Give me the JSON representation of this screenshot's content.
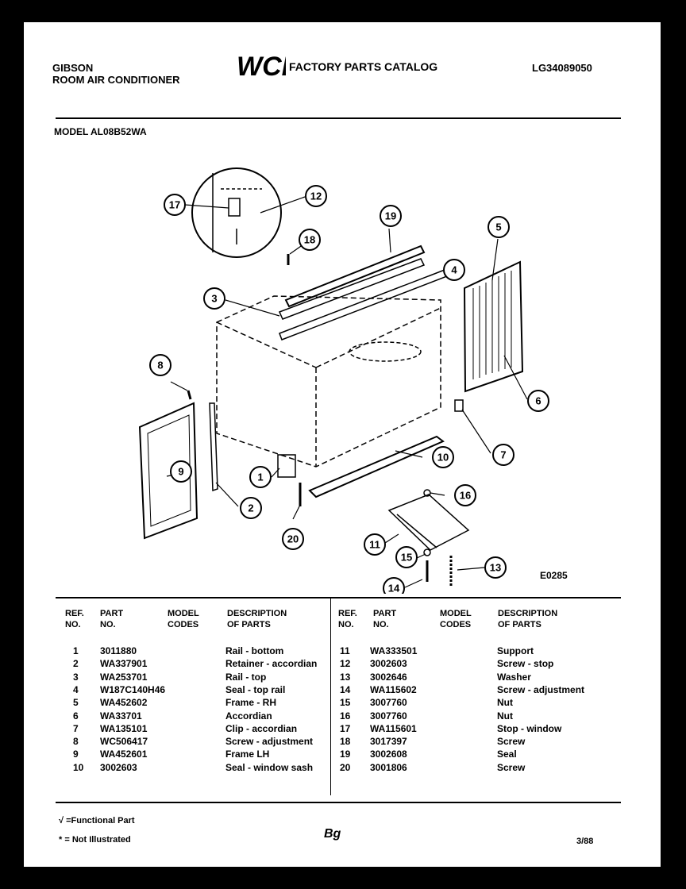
{
  "header": {
    "brand": "GIBSON",
    "product": "ROOM AIR CONDITIONER",
    "logo_text": "WCI",
    "catalog": "FACTORY PARTS CATALOG",
    "catalog_no": "LG34089050"
  },
  "model_line": "MODEL AL08B52WA",
  "diagram": {
    "callouts": [
      "1",
      "2",
      "3",
      "4",
      "5",
      "6",
      "7",
      "8",
      "9",
      "10",
      "11",
      "12",
      "13",
      "14",
      "15",
      "16",
      "17",
      "18",
      "19",
      "20"
    ],
    "code": "E0285"
  },
  "table": {
    "headers": {
      "ref": [
        "REF.",
        "NO."
      ],
      "part": [
        "PART",
        "NO."
      ],
      "model": [
        "MODEL",
        "CODES"
      ],
      "desc": [
        "DESCRIPTION",
        "OF PARTS"
      ]
    },
    "left": [
      {
        "ref": "1",
        "part": "3011880",
        "desc": "Rail - bottom"
      },
      {
        "ref": "2",
        "part": "WA337901",
        "desc": "Retainer - accordian"
      },
      {
        "ref": "3",
        "part": "WA253701",
        "desc": "Rail - top"
      },
      {
        "ref": "4",
        "part": "W187C140H46",
        "desc": "Seal - top rail"
      },
      {
        "ref": "5",
        "part": "WA452602",
        "desc": "Frame - RH"
      },
      {
        "ref": "6",
        "part": "WA33701",
        "desc": "Accordian"
      },
      {
        "ref": "7",
        "part": "WA135101",
        "desc": "Clip - accordian"
      },
      {
        "ref": "8",
        "part": "WC506417",
        "desc": "Screw - adjustment"
      },
      {
        "ref": "9",
        "part": "WA452601",
        "desc": "Frame LH"
      },
      {
        "ref": "10",
        "part": "3002603",
        "desc": "Seal - window sash"
      }
    ],
    "right": [
      {
        "ref": "11",
        "part": "WA333501",
        "desc": "Support"
      },
      {
        "ref": "12",
        "part": "3002603",
        "desc": "Screw - stop"
      },
      {
        "ref": "13",
        "part": "3002646",
        "desc": "Washer"
      },
      {
        "ref": "14",
        "part": "WA115602",
        "desc": "Screw - adjustment"
      },
      {
        "ref": "15",
        "part": "3007760",
        "desc": "Nut"
      },
      {
        "ref": "16",
        "part": "3007760",
        "desc": "Nut"
      },
      {
        "ref": "17",
        "part": "WA115601",
        "desc": "Stop - window"
      },
      {
        "ref": "18",
        "part": "3017397",
        "desc": "Screw"
      },
      {
        "ref": "19",
        "part": "3002608",
        "desc": "Seal"
      },
      {
        "ref": "20",
        "part": "3001806",
        "desc": "Screw"
      }
    ]
  },
  "footer": {
    "functional": "√ =Functional Part",
    "not_illustrated": "* = Not Illustrated",
    "page": "Bg",
    "date": "3/88"
  }
}
